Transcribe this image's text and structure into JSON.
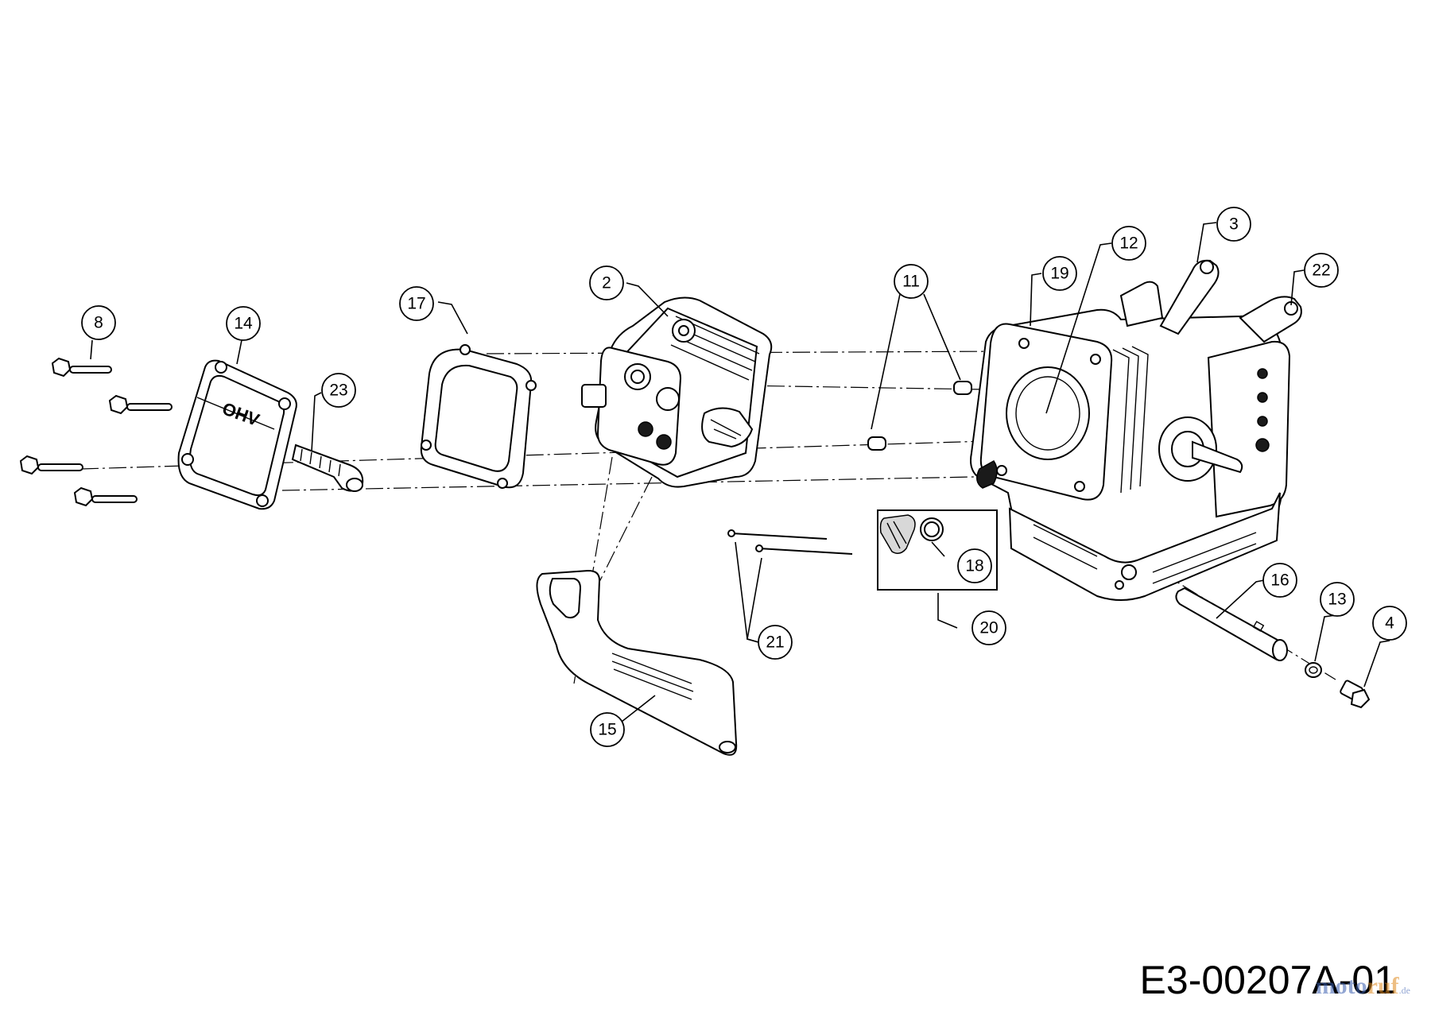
{
  "diagram": {
    "drawing_code": "E3-00207A-01",
    "watermark": {
      "part1": "moto",
      "part2": "ruf",
      "suffix": ".de"
    },
    "callouts": [
      {
        "id": "2",
        "label": "2"
      },
      {
        "id": "3",
        "label": "3"
      },
      {
        "id": "4",
        "label": "4"
      },
      {
        "id": "8",
        "label": "8"
      },
      {
        "id": "11",
        "label": "11"
      },
      {
        "id": "12",
        "label": "12"
      },
      {
        "id": "13",
        "label": "13"
      },
      {
        "id": "14",
        "label": "14"
      },
      {
        "id": "15",
        "label": "15"
      },
      {
        "id": "16",
        "label": "16"
      },
      {
        "id": "17",
        "label": "17"
      },
      {
        "id": "18",
        "label": "18"
      },
      {
        "id": "19",
        "label": "19"
      },
      {
        "id": "20",
        "label": "20"
      },
      {
        "id": "21",
        "label": "21"
      },
      {
        "id": "22",
        "label": "22"
      },
      {
        "id": "23",
        "label": "23"
      }
    ],
    "cover_emboss": "OHV"
  }
}
